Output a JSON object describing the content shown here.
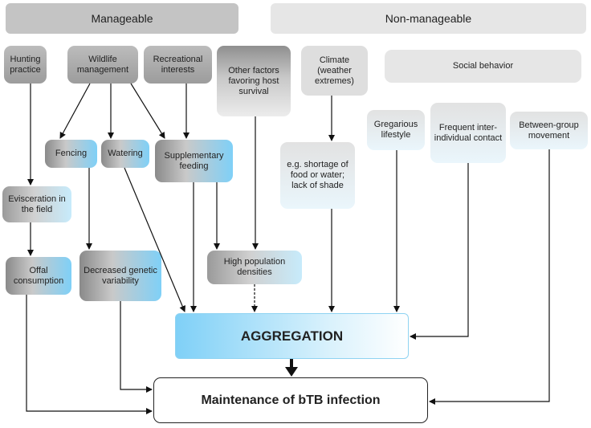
{
  "headers": {
    "manageable": "Manageable",
    "non_manageable": "Non-manageable"
  },
  "nodes": {
    "hunting": "Hunting practice",
    "wildlife": "Wildlife management",
    "recreational": "Recreational interests",
    "other_factors": "Other factors favoring host survival",
    "climate": "Climate (weather extremes)",
    "social": "Social behavior",
    "fencing": "Fencing",
    "watering": "Watering",
    "supplementary": "Supplementary feeding",
    "shortage": "e.g. shortage of food or water; lack of shade",
    "gregarious": "Gregarious lifestyle",
    "frequent": "Frequent inter-individual contact",
    "between_group": "Between-group movement",
    "evisceration": "Evisceration in the field",
    "offal": "Offal consumption",
    "decreased": "Decreased genetic variability",
    "high_density": "High population densities",
    "aggregation": "AGGREGATION",
    "maintenance": "Maintenance of bTB infection"
  }
}
